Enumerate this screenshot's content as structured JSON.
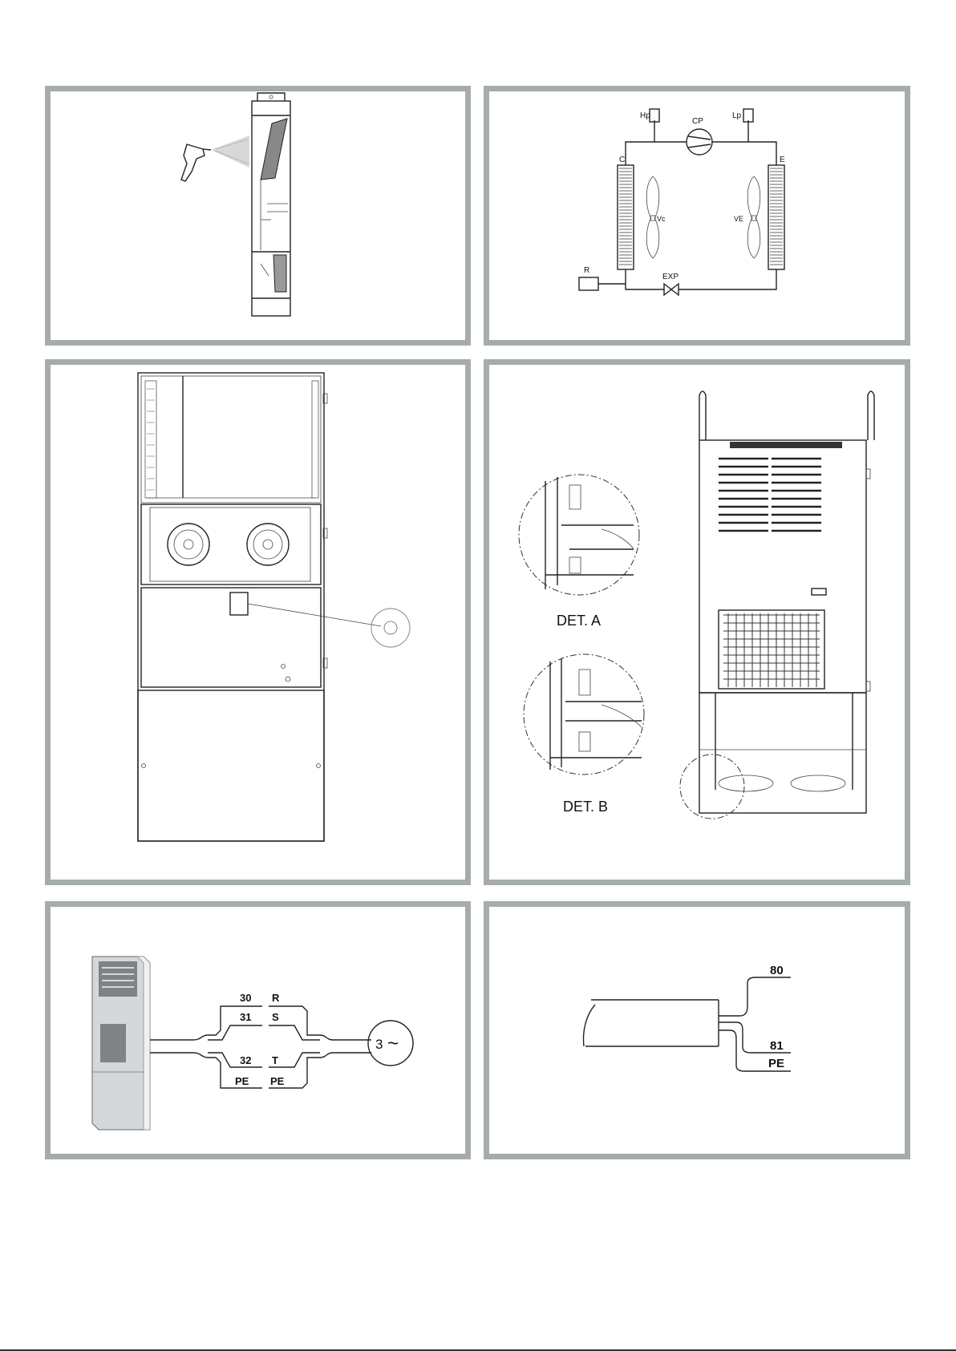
{
  "refrigeration": {
    "hp": "Hp",
    "cp": "CP",
    "lp": "Lp",
    "condenser": "C",
    "evaporator": "E",
    "fan_condenser": "Vc",
    "fan_evaporator": "VE",
    "receiver": "R",
    "expansion": "EXP"
  },
  "details": {
    "det_a": "DET.   A",
    "det_b": "DET. B"
  },
  "power_wiring": {
    "left_terminals": [
      "30",
      "31",
      "32",
      "PE"
    ],
    "right_phases": [
      "R",
      "S",
      "T",
      "PE"
    ],
    "supply_symbol": "3",
    "supply_wave": "~"
  },
  "alarm_wiring": {
    "terminals": [
      "80",
      "81",
      "PE"
    ]
  }
}
